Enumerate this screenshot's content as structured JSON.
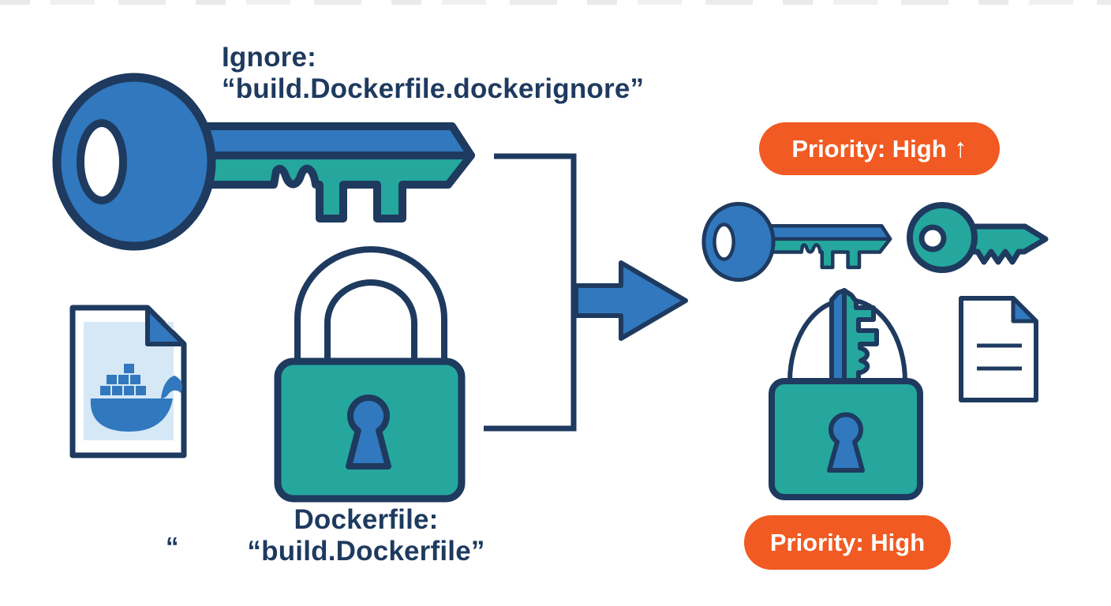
{
  "page": {
    "background": "#FFFFFF"
  },
  "colors": {
    "blue": "#3178BE",
    "teal": "#25A79E",
    "navy": "#1E3A5F",
    "orange": "#F15A22",
    "page_fill": "#D6E8F6",
    "white": "#FFFFFF"
  },
  "labels": {
    "ignore": {
      "title": "Ignore:",
      "file": "“build.Dockerfile.dockerignore”"
    },
    "dockerfile": {
      "title": "Dockerfile:",
      "file": "“build.Dockerfile”"
    },
    "stray_quote": "“"
  },
  "badges": {
    "top": {
      "label": "Priority: High",
      "arrow": "↑"
    },
    "bottom": {
      "label": "Priority: High"
    }
  },
  "icons": [
    "large-key-icon",
    "padlock-icon",
    "keyhole-icon",
    "dockerfile-document-icon",
    "docker-whale-icon",
    "bracket-connector",
    "arrow-right-icon",
    "small-blue-key-icon",
    "small-teal-key-icon",
    "unlocked-padlock-icon",
    "inserted-key-icon",
    "document-icon"
  ]
}
